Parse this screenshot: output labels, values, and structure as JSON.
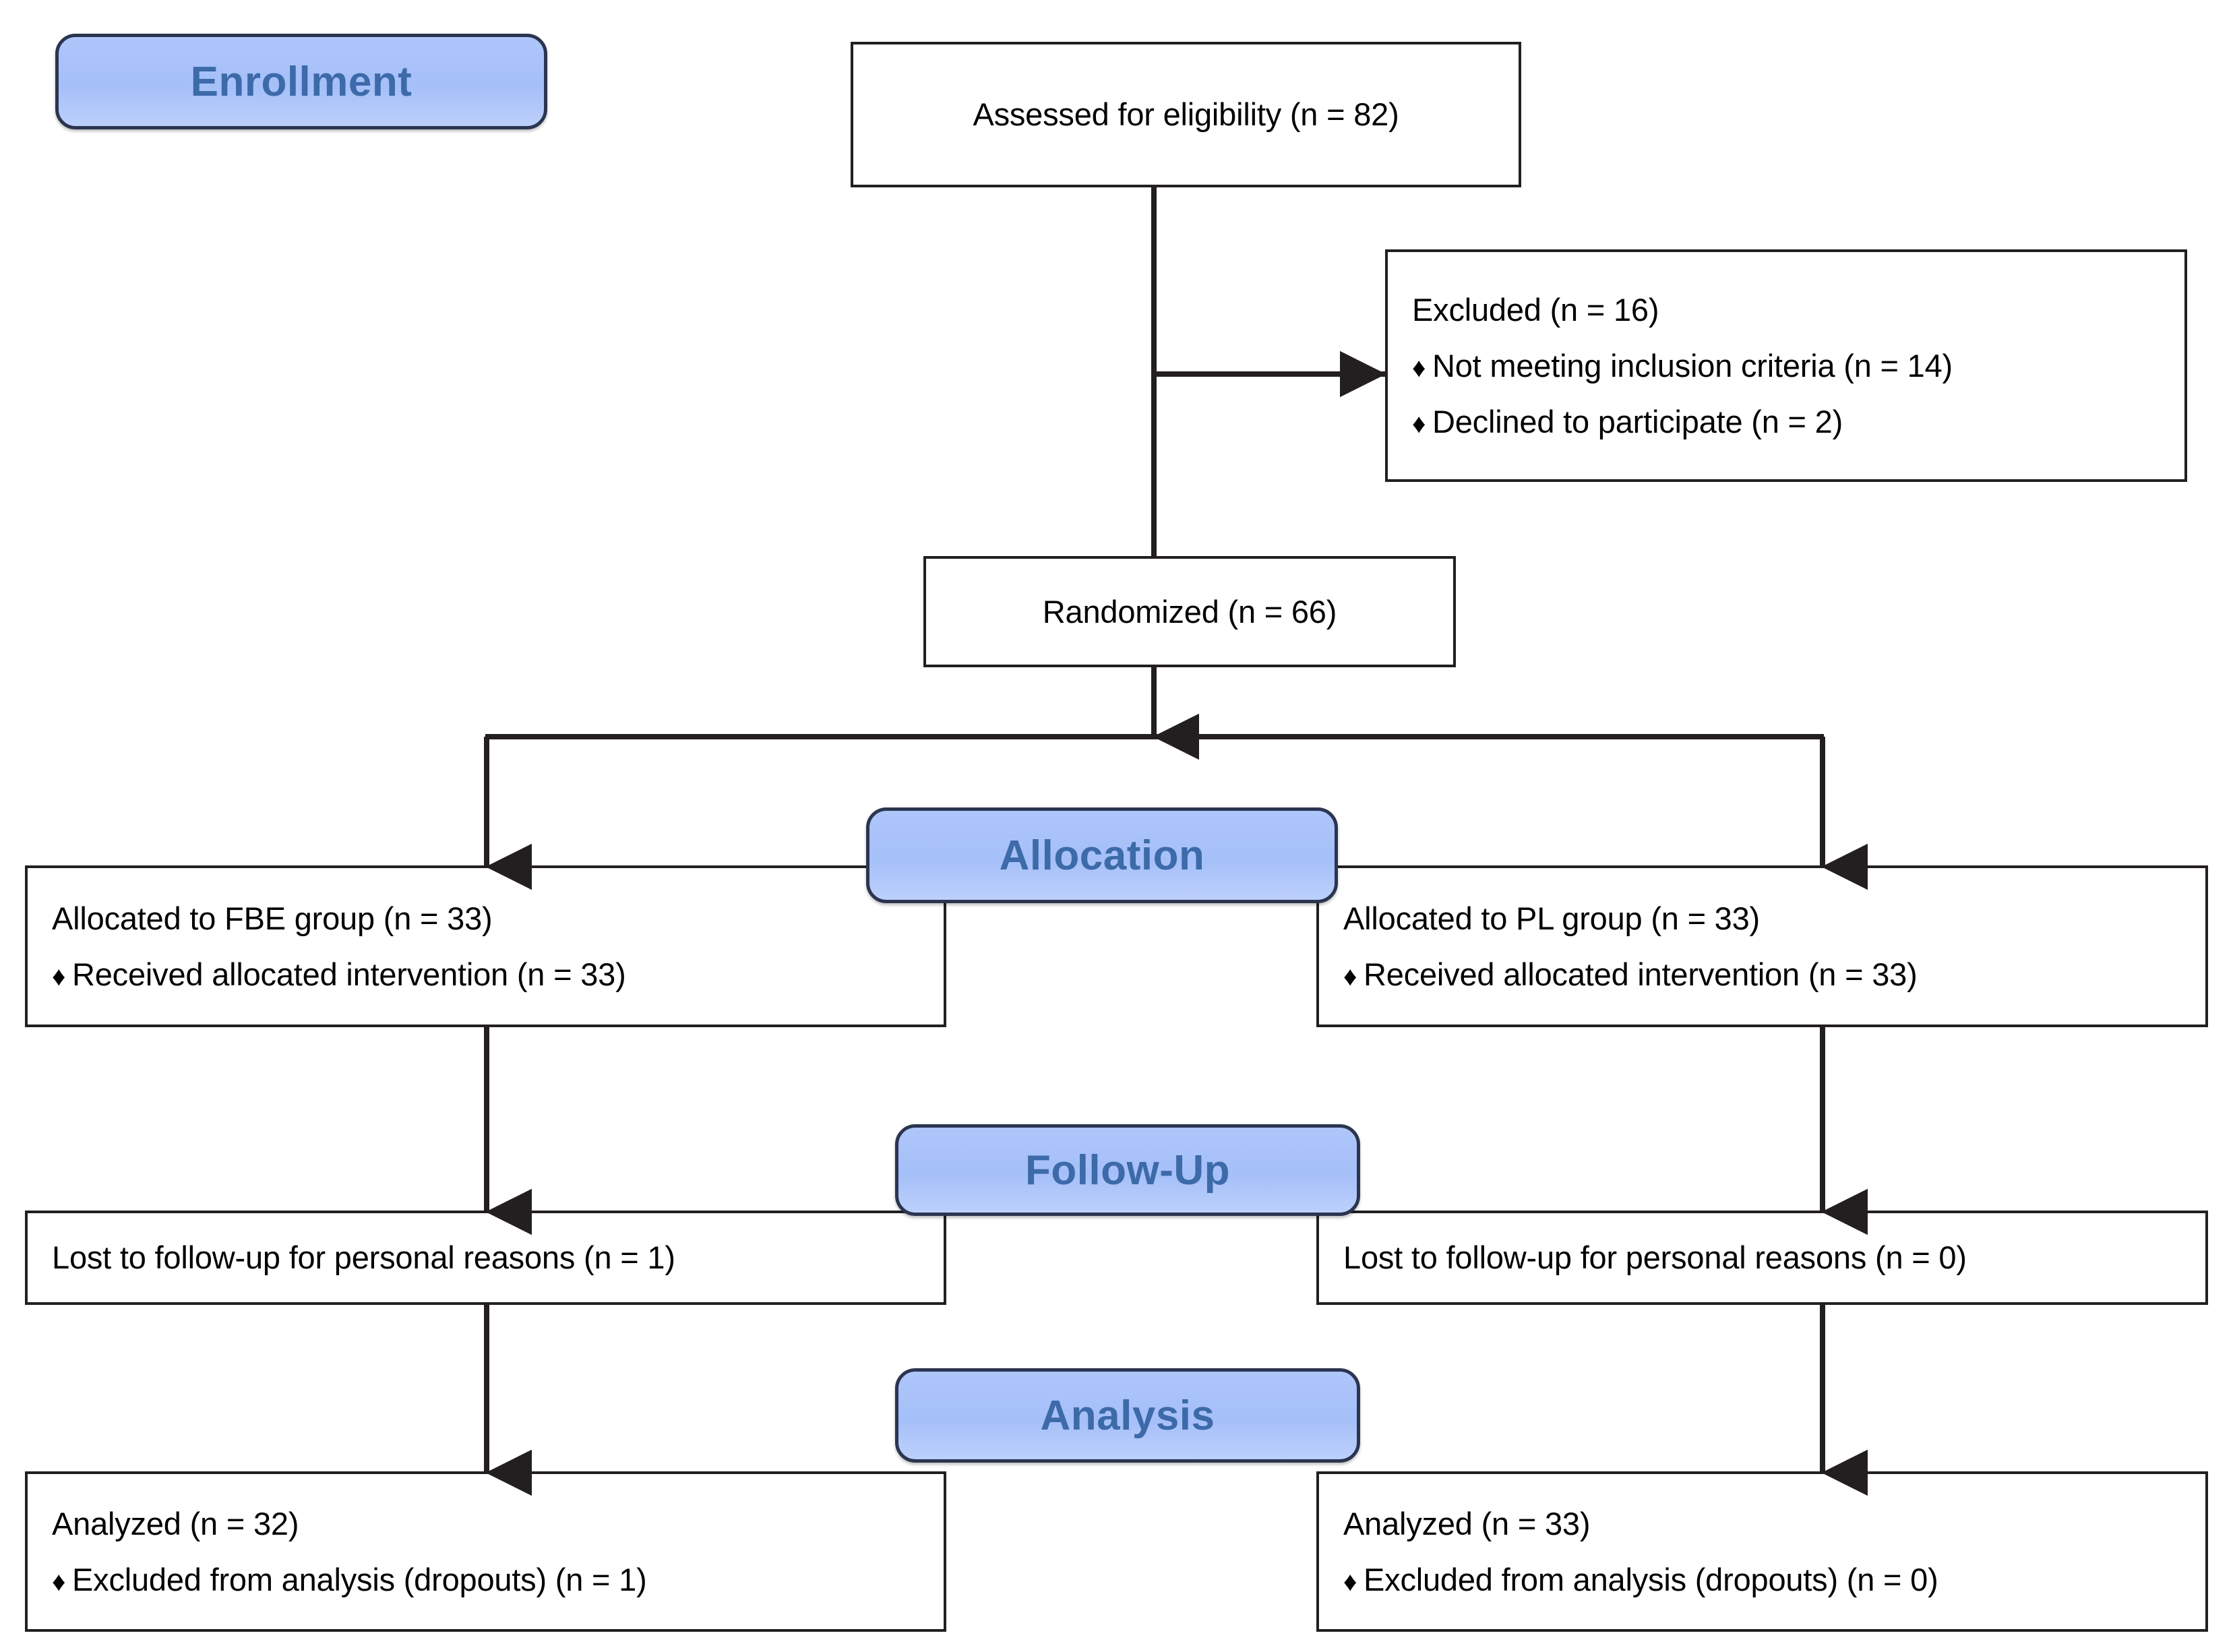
{
  "diagram": {
    "title": "CONSORT participant flow diagram",
    "accent_color": "#aec6fa",
    "accent_border_color": "#2b3550",
    "accent_text_color": "#3d6aa8",
    "box_border_color": "#231f20",
    "bullet_glyph": "♦"
  },
  "stages": {
    "enrollment": "Enrollment",
    "allocation": "Allocation",
    "followup": "Follow-Up",
    "analysis": "Analysis"
  },
  "nodes": {
    "assessed": {
      "line1": "Assessed for eligibility (n = 82)"
    },
    "excluded": {
      "line1": "Excluded (n = 16)",
      "line2": "Not meeting inclusion criteria (n = 14)",
      "line3": "Declined to participate (n = 2)"
    },
    "randomized": {
      "line1": "Randomized (n = 66)"
    },
    "alloc_left": {
      "line1": "Allocated to FBE group (n = 33)",
      "line2": "Received allocated intervention (n = 33)"
    },
    "alloc_right": {
      "line1": "Allocated to PL group (n = 33)",
      "line2": "Received allocated intervention (n = 33)"
    },
    "followup_left": {
      "line1": "Lost to follow-up for personal reasons (n = 1)"
    },
    "followup_right": {
      "line1": "Lost to follow-up for personal reasons (n = 0)"
    },
    "analysis_left": {
      "line1": "Analyzed (n = 32)",
      "line2": "Excluded from analysis (dropouts) (n = 1)"
    },
    "analysis_right": {
      "line1": "Analyzed (n = 33)",
      "line2": "Excluded from analysis (dropouts) (n = 0)"
    }
  },
  "chart_data": {
    "type": "diagram",
    "title": "CONSORT flow diagram",
    "stages": [
      "Enrollment",
      "Allocation",
      "Follow-Up",
      "Analysis"
    ],
    "counts": {
      "assessed_for_eligibility": 82,
      "excluded_total": 16,
      "not_meeting_inclusion_criteria": 14,
      "declined_to_participate": 2,
      "randomized": 66,
      "allocated_fbe": 33,
      "received_intervention_fbe": 33,
      "allocated_pl": 33,
      "received_intervention_pl": 33,
      "lost_to_followup_fbe": 1,
      "lost_to_followup_pl": 0,
      "analyzed_fbe": 32,
      "analyzed_pl": 33,
      "excluded_from_analysis_fbe": 1,
      "excluded_from_analysis_pl": 0
    },
    "arms": [
      "FBE",
      "PL"
    ]
  }
}
